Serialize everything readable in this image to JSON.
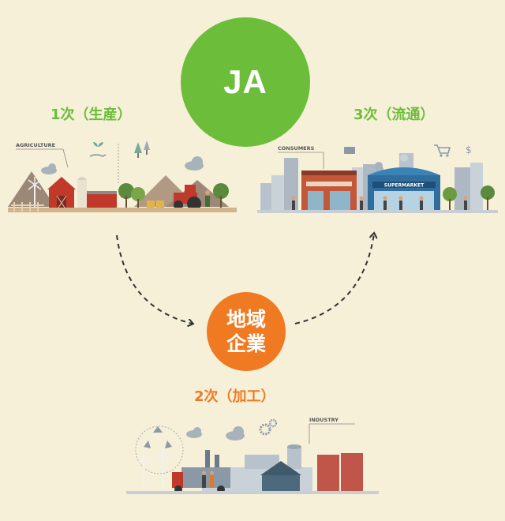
{
  "center": {
    "label": "JA",
    "color": "#6cbd3a"
  },
  "local_company": {
    "line1": "地域",
    "line2": "企業",
    "color": "#ef7a22"
  },
  "stages": {
    "primary": {
      "label": "1次（生産）",
      "scene_tag": "AGRICULTURE"
    },
    "tertiary": {
      "label": "3次（流通）",
      "scene_tag": "CONSUMERS",
      "shop_sign": "SUPERMARKET"
    },
    "secondary": {
      "label": "2次（加工）",
      "scene_tag": "INDUSTRY"
    }
  },
  "colors": {
    "background": "#f6f0d9",
    "green": "#6cbd3a",
    "orange": "#ef7a22",
    "arrow": "#333333"
  }
}
